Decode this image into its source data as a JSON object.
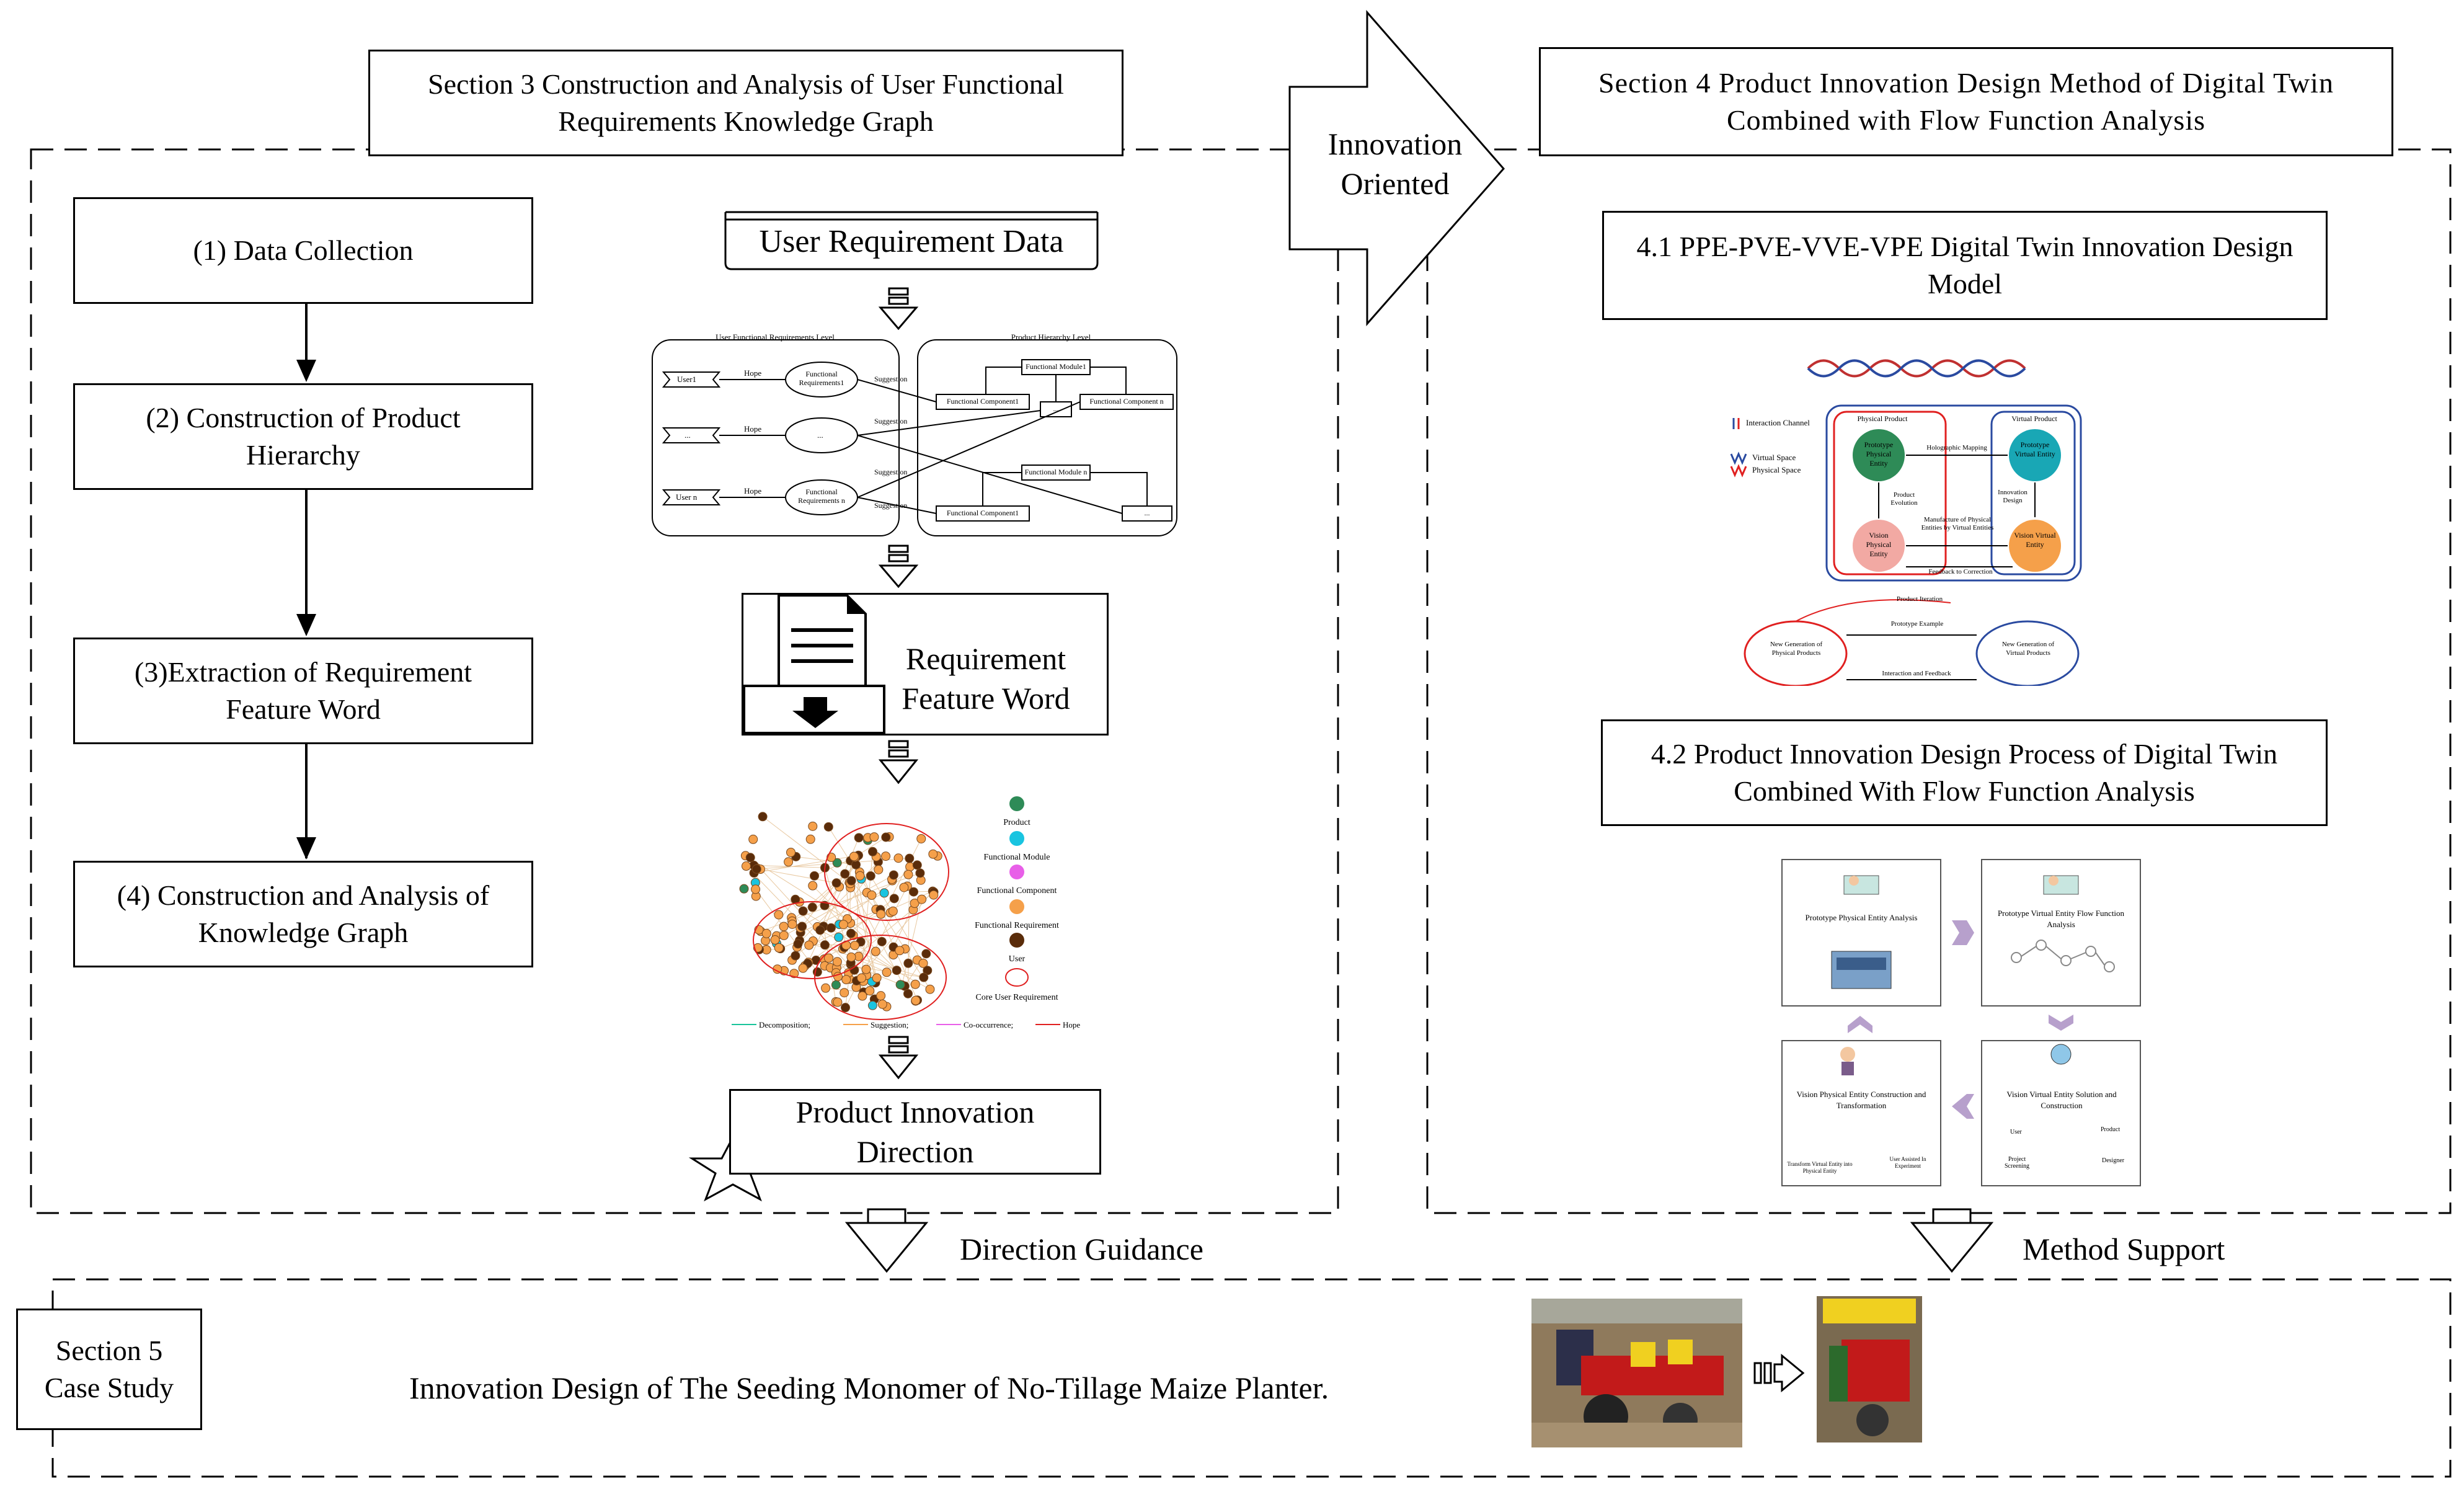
{
  "section3": {
    "title": "Section 3 Construction and Analysis of User Functional Requirements Knowledge Graph",
    "steps": [
      "(1) Data Collection",
      "(2) Construction of Product Hierarchy",
      "(3)Extraction  of Requirement Feature Word",
      "(4) Construction and Analysis of Knowledge Graph"
    ],
    "user_requirement_data": "User Requirement Data",
    "requirement_feature_word": "Requirement Feature Word",
    "product_innovation_direction": "Product Innovation Direction",
    "hierarchy": {
      "user_level": "User Functional Requirements Level",
      "product_level": "Product Hierarchy Level",
      "user1": "User1",
      "user_ellipsis": "...",
      "user_n": "User n",
      "hope": "Hope",
      "fr1": "Functional Requirements1",
      "fr_ellipsis": "...",
      "frn": "Functional Requirements n",
      "suggestion": "Suggestion",
      "fm1": "Functional Module1",
      "fmn": "Functional Module n",
      "fc1": "Functional Component1",
      "fcn": "Functional Component n",
      "fc1b": "Functional Component1",
      "ellipsis": "..."
    },
    "legend": {
      "product": "Product",
      "module": "Functional Module",
      "component": "Functional Component",
      "requirement": "Functional Requirement",
      "user": "User",
      "core": "Core User Requirement",
      "decomposition": "Decomposition;",
      "suggestion": "Suggestion;",
      "cooccurrence": "Co-occurrence;",
      "hope": "Hope"
    }
  },
  "arrow_innovation": "Innovation Oriented",
  "section4": {
    "title": "Section 4 Product Innovation Design Method of Digital Twin Combined with Flow Function Analysis",
    "sub1": "4.1 PPE-PVE-VVE-VPE Digital Twin Innovation Design Model",
    "sub2": "4.2 Product Innovation Design Process of Digital Twin Combined With Flow Function Analysis",
    "twin": {
      "interaction_channel": "Interaction Channel",
      "virtual_space": "Virtual Space",
      "physical_space": "Physical Space",
      "physical_product": "Physical Product",
      "virtual_product": "Virtual Product",
      "ppe": "Prototype Physical Entity",
      "pve": "Prototype Virtual Entity",
      "vpe": "Vision Physical Entity",
      "vve": "Vision Virtual Entity",
      "holographic": "Holographic Mapping",
      "evolution": "Product Evolution",
      "innovation_design": "Innovation Design",
      "manufacture": "Manufacture of Physical Entities by Virtual Entities",
      "feedback": "Feedback to Correction",
      "iteration": "Product Iteration",
      "prototype_example": "Prototype Example",
      "new_physical": "New Generation of Physical Products",
      "new_virtual": "New Generation of Virtual Products",
      "interaction_feedback": "Interaction and Feedback"
    },
    "process": {
      "p1": "Prototype Physical Entity Analysis",
      "p2": "Prototype Virtual Entity Flow Function Analysis",
      "p3": "Vision Virtual Entity Solution and Construction",
      "p4": "Vision Physical Entity Construction and Transformation",
      "user": "User",
      "product": "Product",
      "project_screening": "Project Screening",
      "designer": "Designer",
      "transform": "Transform Virtual Entity into Physical Entity",
      "user_assisted": "User Assisted In Experiment"
    }
  },
  "direction_guidance": "Direction Guidance",
  "method_support": "Method Support",
  "section5": {
    "label": "Section 5 Case Study",
    "text": "Innovation Design of The Seeding Monomer of No-Tillage Maize Planter."
  },
  "colors": {
    "green": "#2e8b57",
    "cyan": "#19c4e0",
    "magenta": "#e85fe8",
    "orange": "#f5a04a",
    "brown": "#5a2c0a",
    "red": "#e02020",
    "lavender": "#b7a0cc"
  }
}
